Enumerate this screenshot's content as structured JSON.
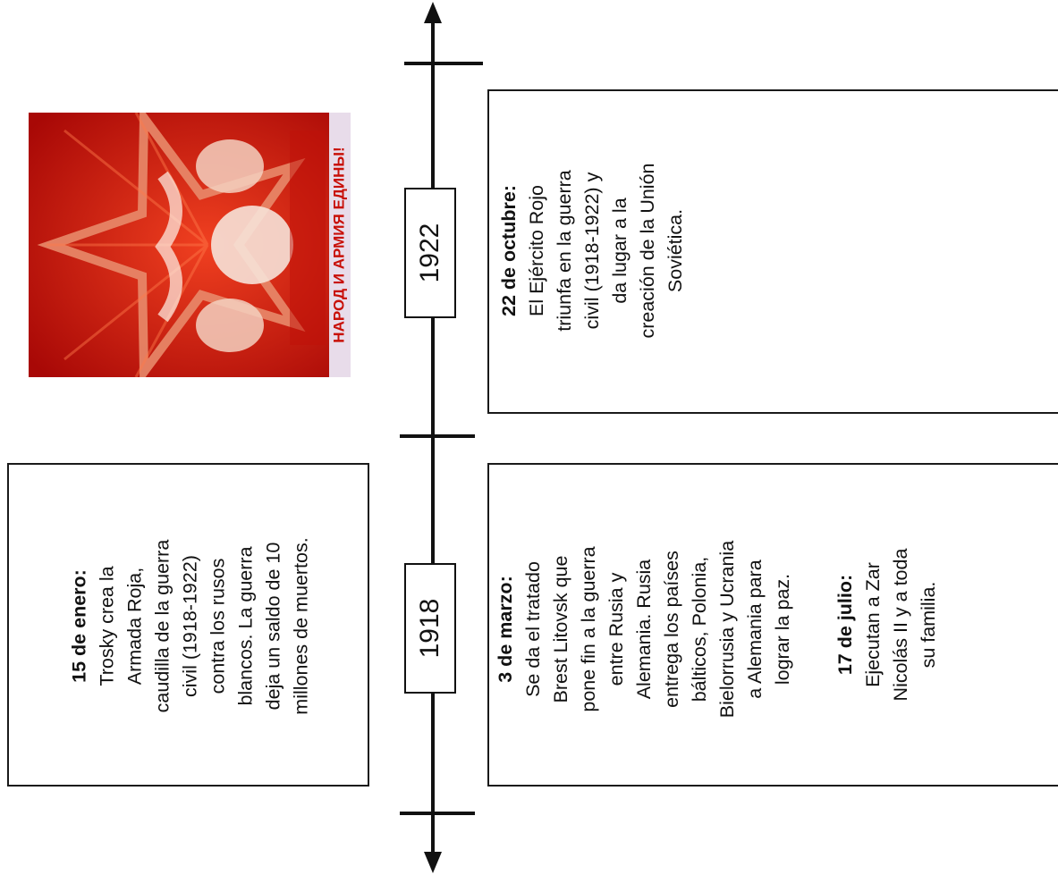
{
  "timeline": {
    "markers": [
      {
        "year": "1918"
      },
      {
        "year": "1922"
      }
    ],
    "events": {
      "jan_1918": {
        "date": "15 de enero:",
        "lines": [
          "Trosky crea la",
          "Armada Roja,",
          "caudilla de la guerra",
          "civil (1918-1922)",
          "contra los rusos",
          "blancos. La guerra",
          "deja un saldo de 10",
          "millones de muertos."
        ]
      },
      "mar_1918": {
        "date": "3 de marzo:",
        "lines": [
          "Se da el tratado",
          "Brest Litovsk que",
          "pone fin a la guerra",
          "entre Rusia y",
          "Alemania. Rusia",
          "entrega los países",
          "bálticos, Polonia,",
          "Bielorrusia y Ucrania",
          "a Alemania para",
          "lograr la paz."
        ]
      },
      "jul_1918": {
        "date": "17 de julio:",
        "lines": [
          "Ejecutan a Zar",
          "Nicolás II y a toda",
          "su familia."
        ]
      },
      "oct_1922": {
        "date": "22 de octubre:",
        "lines": [
          "El Ejército Rojo",
          "triunfa en la guerra",
          "civil (1918-1922) y",
          "da lugar a la",
          "creación de la Unión",
          "Soviética."
        ]
      }
    },
    "poster": {
      "caption": "НАРОД И АРМИЯ ЕДИНЫ!",
      "colors": {
        "background": "#c81008",
        "star": "#e8643a",
        "text": "#ffffff"
      }
    }
  }
}
